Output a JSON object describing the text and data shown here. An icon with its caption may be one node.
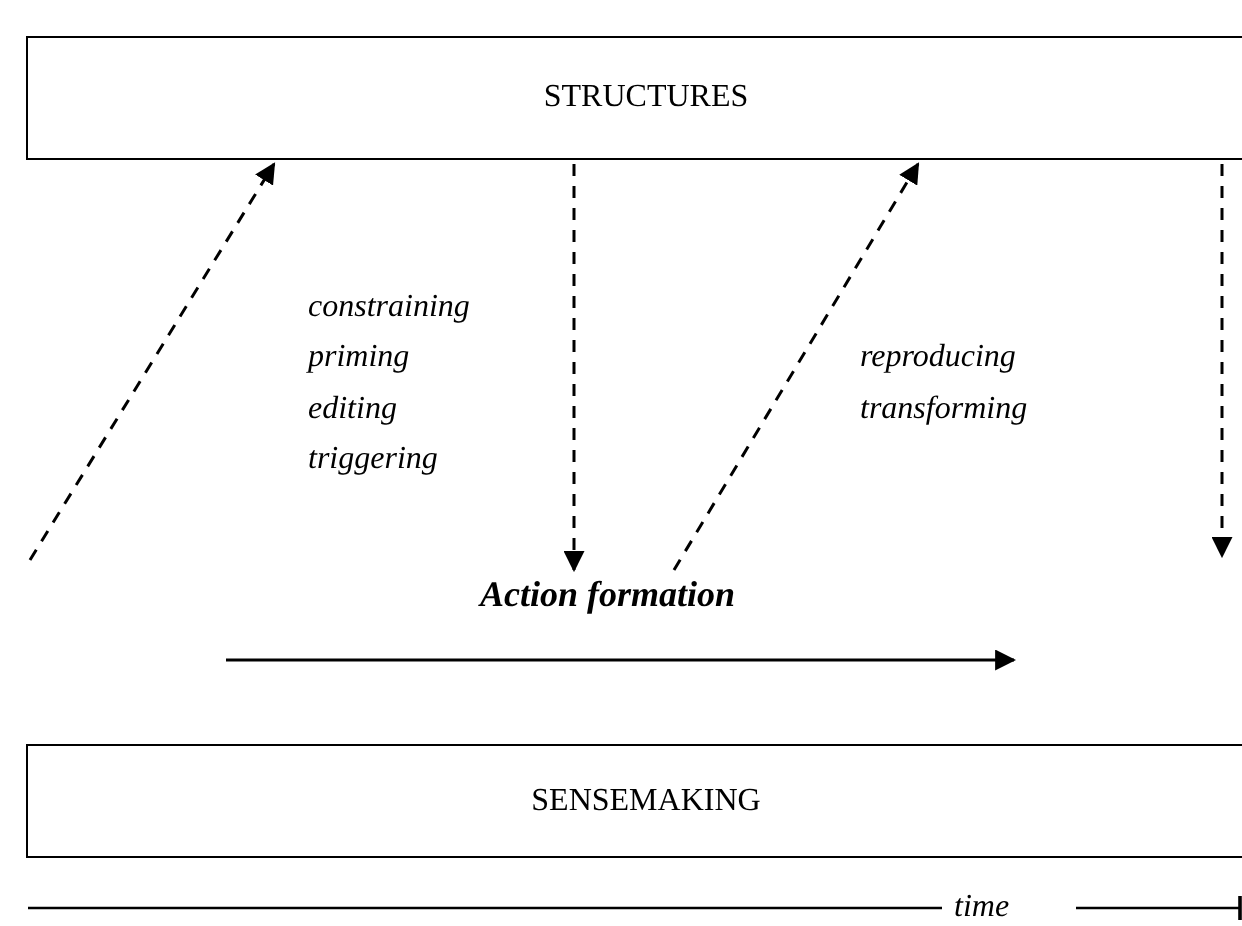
{
  "diagram": {
    "nodes": [
      {
        "text": [
          "STRUCTURES"
        ]
      },
      {
        "text": [
          "SENSEMAKING"
        ]
      },
      {
        "text": [
          "Action formation"
        ]
      }
    ],
    "edges": [
      {
        "from": null,
        "to": 0,
        "arrow": "to",
        "style": "dashed"
      },
      {
        "from": 0,
        "to": 2,
        "arrow": "to",
        "style": "dashed"
      },
      {
        "from": 2,
        "to": 0,
        "arrow": "to",
        "style": "dashed"
      },
      {
        "from": 0,
        "to": null,
        "arrow": "to",
        "style": "dashed"
      }
    ],
    "labels": [
      "constraining",
      "priming",
      "editing",
      "triggering",
      "reproducing",
      "transforming",
      "time"
    ]
  }
}
